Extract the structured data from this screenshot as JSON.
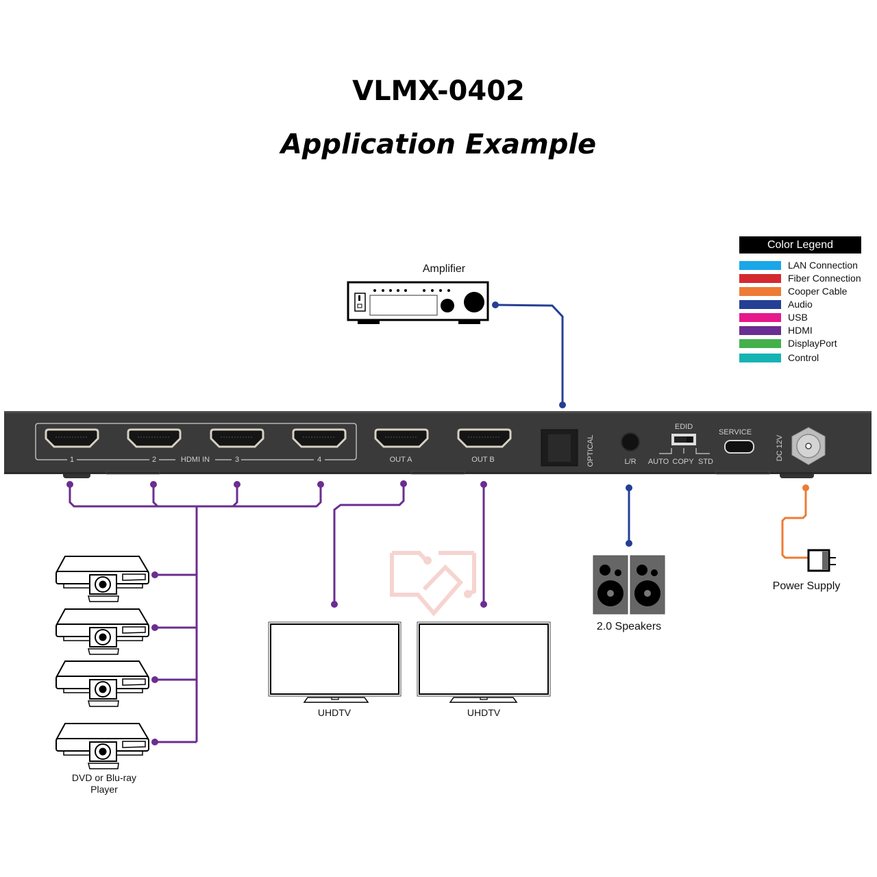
{
  "title": {
    "model": "VLMX-0402",
    "subtitle": "Application Example"
  },
  "legend": {
    "heading": "Color Legend",
    "items": [
      {
        "label": "LAN Connection",
        "color": "#1aa7e8"
      },
      {
        "label": "Fiber Connection",
        "color": "#d42a2f"
      },
      {
        "label": "Cooper Cable",
        "color": "#ee7b35"
      },
      {
        "label": "Audio",
        "color": "#253f94"
      },
      {
        "label": "USB",
        "color": "#e6198b"
      },
      {
        "label": "HDMI",
        "color": "#6a2d91"
      },
      {
        "label": "DisplayPort",
        "color": "#44b04a"
      },
      {
        "label": "Control",
        "color": "#17b3b3"
      }
    ]
  },
  "device": {
    "hdmi_in_label": "HDMI IN",
    "inputs": [
      "1",
      "2",
      "3",
      "4"
    ],
    "outputs": [
      "OUT A",
      "OUT B"
    ],
    "optical_label": "OPTICAL",
    "audio_jack_label": "L/R",
    "edid_label": "EDID",
    "edid_options": [
      "AUTO",
      "COPY",
      "STD"
    ],
    "service_label": "SERVICE",
    "power_label": "DC 12V"
  },
  "components": {
    "amplifier": "Amplifier",
    "source_player": "DVD or Blu-ray Player",
    "tv_a": "UHDTV",
    "tv_b": "UHDTV",
    "speakers": "2.0 Speakers",
    "power_supply": "Power Supply"
  },
  "colors": {
    "hdmi": "#6a2d91",
    "audio": "#253f94",
    "power": "#ee7b35",
    "device_body": "#3a3a3a"
  }
}
